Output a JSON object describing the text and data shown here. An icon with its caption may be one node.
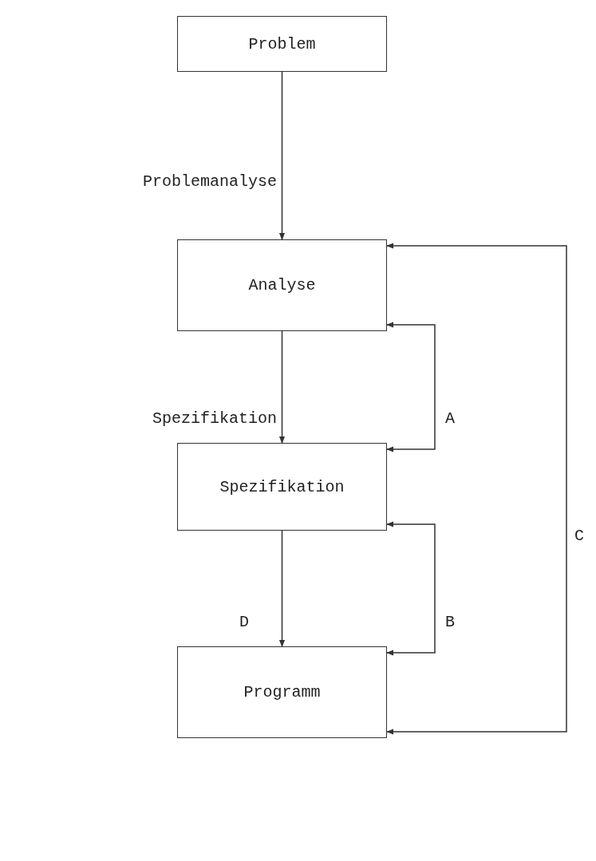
{
  "diagram": {
    "nodes": [
      {
        "text": [
          "Problem"
        ]
      },
      {
        "text": [
          "Analyse"
        ]
      },
      {
        "text": [
          "Spezifikation"
        ]
      },
      {
        "text": [
          "Programm"
        ]
      }
    ],
    "edges": [
      {
        "from": 0,
        "to": 1,
        "arrow": "to",
        "label": "Problemanalyse"
      },
      {
        "from": 1,
        "to": 2,
        "arrow": "to",
        "label": "Spezifikation"
      },
      {
        "from": 2,
        "to": 3,
        "arrow": "to",
        "label": "D"
      },
      {
        "from": 1,
        "to": 2,
        "arrow": "both",
        "label": "A"
      },
      {
        "from": 2,
        "to": 3,
        "arrow": "both",
        "label": "B"
      },
      {
        "from": 1,
        "to": 3,
        "arrow": "both",
        "label": "C"
      }
    ]
  }
}
